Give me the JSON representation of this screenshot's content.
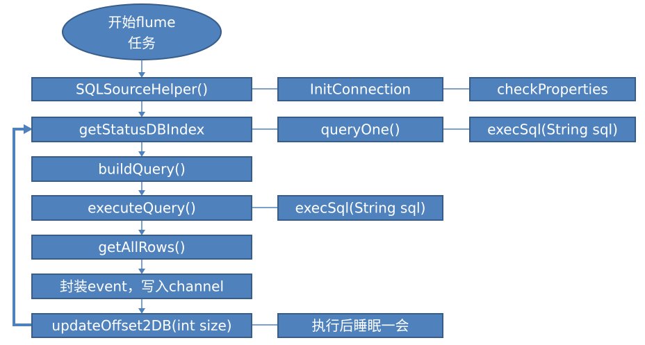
{
  "diagram": {
    "start": {
      "line1": "开始flume",
      "line2": "任务"
    },
    "main_steps": [
      "SQLSourceHelper()",
      "getStatusDBIndex",
      "buildQuery()",
      "executeQuery()",
      "getAllRows()",
      "封装event，写入channel",
      "updateOffset2DB(int size)"
    ],
    "side_nodes": {
      "init_connection": "InitConnection",
      "check_properties": "checkProperties",
      "query_one": "queryOne()",
      "exec_sql_1": "execSql(String sql)",
      "exec_sql_2": "execSql(String sql)",
      "sleep": "执行后睡眠一会"
    }
  }
}
